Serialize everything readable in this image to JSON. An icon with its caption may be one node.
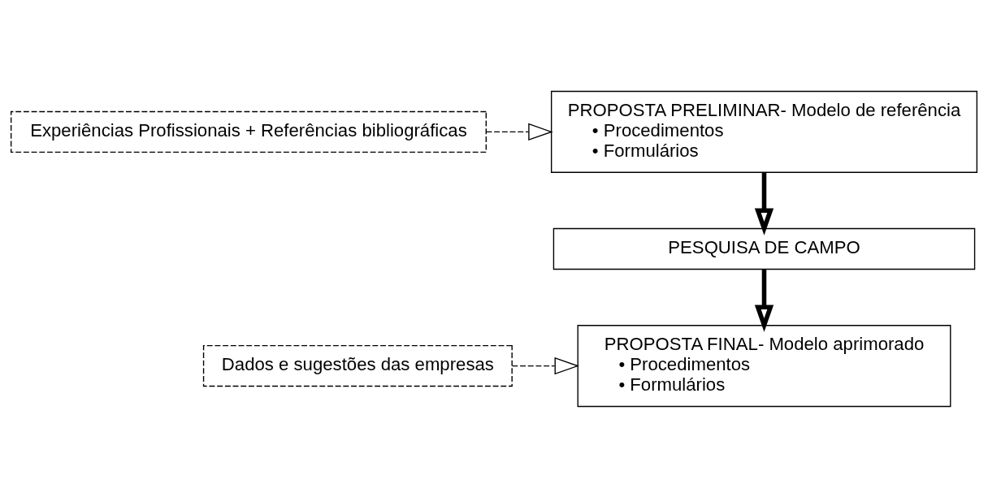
{
  "diagram": {
    "nodes": [
      {
        "text": [
          "Experiências Profissionais + Referências bibliográficas"
        ]
      },
      {
        "text": [
          "PROPOSTA PRELIMINAR- Modelo de referência",
          "• Procedimentos",
          "• Formulários"
        ]
      },
      {
        "text": [
          "PESQUISA DE CAMPO"
        ]
      },
      {
        "text": [
          "Dados e sugestões das empresas"
        ]
      },
      {
        "text": [
          "PROPOSTA FINAL- Modelo aprimorado",
          "• Procedimentos",
          "• Formulários"
        ]
      }
    ],
    "edges": [
      {
        "from": 0,
        "to": 1,
        "arrow": "to",
        "style": "dashed"
      },
      {
        "from": 1,
        "to": 2,
        "arrow": "to",
        "style": "thick"
      },
      {
        "from": 3,
        "to": 4,
        "arrow": "to",
        "style": "dashed"
      },
      {
        "from": 2,
        "to": 4,
        "arrow": "to",
        "style": "thick"
      }
    ]
  }
}
